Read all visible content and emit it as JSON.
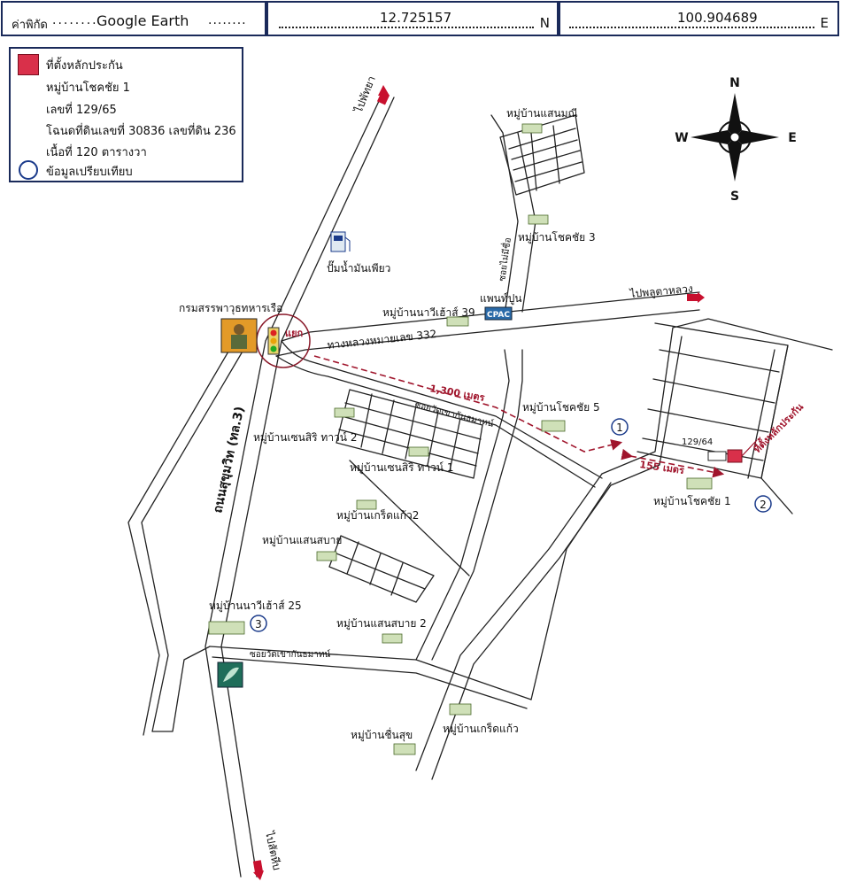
{
  "header": {
    "coord_label": "ค่าพิกัด",
    "coord_source": "Google Earth",
    "latitude": "12.725157",
    "lat_suffix": "N",
    "longitude": "100.904689",
    "lon_suffix": "E"
  },
  "legend": {
    "collateral_label": "ที่ตั้งหลักประกัน",
    "village": "หมู่บ้านโชคชัย 1",
    "house_no": "เลขที่ 129/65",
    "deed": "โฉนดที่ดินเลขที่ 30836 เลขที่ดิน 236",
    "area": "เนื้อที่ 120 ตารางวา",
    "comparison_label": "ข้อมูลเปรียบเทียบ",
    "collateral_color": "#d9304a",
    "comparison_color": "#1a3a8a"
  },
  "compass": {
    "n": "N",
    "s": "S",
    "e": "E",
    "w": "W"
  },
  "labels": {
    "to_pattaya": "ไปพัทยา",
    "to_sattahip": "ไปสัตหีบ",
    "to_pluak_daeng": "ไปพลูตาหลวง",
    "gas_station": "ปั๊มน้ำมันเพียว",
    "navy_dept": "กรมสรรพาวุธทหารเรือ",
    "intersection": "แยก",
    "highway_332": "ทางหลวงหมายเลข 332",
    "sukhumvit": "ถนนสุขุมวิท (ทล.3)",
    "cpac_label": "แพนท์ปูน",
    "cpac_logo": "CPAC",
    "soi_mai_mi_chue": "ซอยไม่มีชื่อ",
    "soi_wat_khao_kan_thama": "ซอยวัดเขากันธมาทน์",
    "road_wat_khao": "ซอยวัดเขากันธมาทน์",
    "dist_1300": "1,300 เมตร",
    "dist_155": "155 เมตร",
    "plot_no": "129/64",
    "collateral_site": "ที่ตั้งหลักประกัน"
  },
  "villages": [
    "หมู่บ้านแสนมณี",
    "หมู่บ้านโชคชัย 3",
    "หมู่บ้านนาวีเฮ้าส์ 39",
    "หมู่บ้านโชคชัย 5",
    "หมู่บ้านเซนสิริ ทาวน์ 2",
    "หมู่บ้านเซนสิริ ทาวน์ 1",
    "หมู่บ้านเกร็ดแก้ว2",
    "หมู่บ้านแสนสบาย",
    "หมู่บ้านแสนสบาย 2",
    "หมู่บ้านนาวีเฮ้าส์ 25",
    "หมู่บ้านชื่นสุข",
    "หมู่บ้านเกร็ดแก้ว",
    "หมู่บ้านโชคชัย 1"
  ],
  "markers": [
    "1",
    "2",
    "3"
  ]
}
